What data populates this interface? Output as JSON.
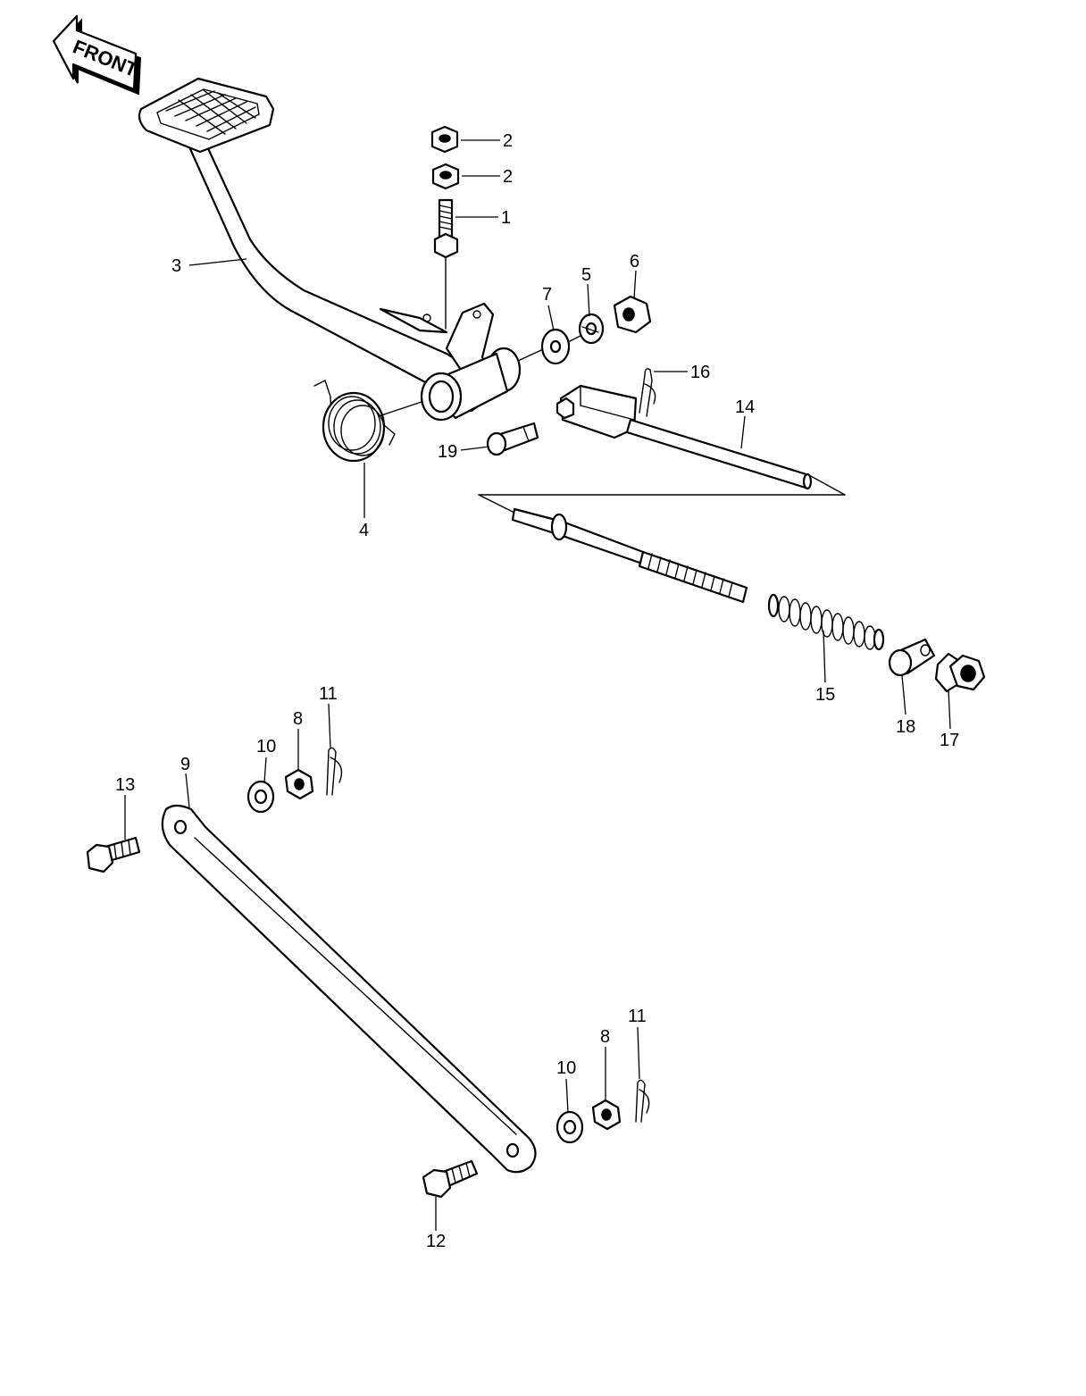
{
  "badge": {
    "front_label": "FRONT"
  },
  "callouts": {
    "nut_top": "2",
    "nut_second": "2",
    "bolt_pivot": "1",
    "brake_pedal": "3",
    "return_spring": "4",
    "washer_spring": "5",
    "nut_cap": "6",
    "washer_flat": "7",
    "cotter_pin_upper": "16",
    "brake_rod": "14",
    "clevis_pin": "19",
    "rod_spring": "15",
    "joint": "18",
    "adjusting_nut": "17",
    "torque_link": "9",
    "nut_link_upper": "8",
    "cotter_link_upper": "11",
    "washer_link_upper": "10",
    "bolt_link_upper": "13",
    "nut_link_lower": "8",
    "cotter_link_lower": "11",
    "washer_link_lower": "10",
    "bolt_link_lower": "12"
  }
}
